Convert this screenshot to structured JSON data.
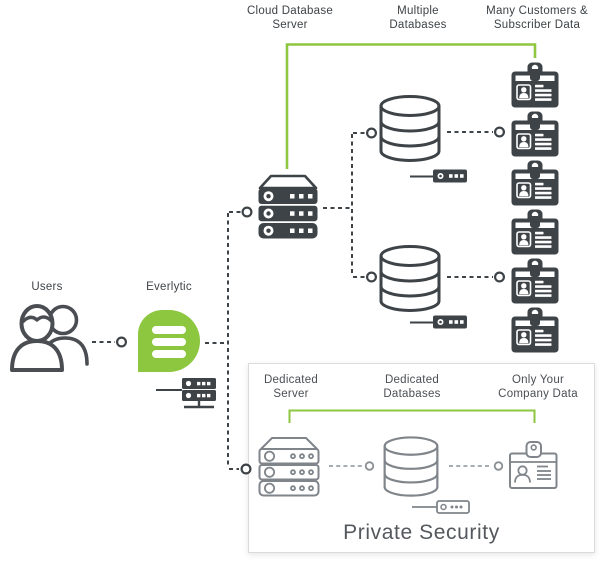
{
  "labels": {
    "users": "Users",
    "everlytic": "Everlytic",
    "cloud_database_server": "Cloud Database\nServer",
    "multiple_databases": "Multiple\nDatabases",
    "many_customers_subscriber_data": "Many Customers &\nSubscriber Data",
    "dedicated_server": "Dedicated\nServer",
    "dedicated_databases": "Dedicated\nDatabases",
    "only_your_company_data": "Only Your\nCompany Data",
    "private_security": "Private Security"
  },
  "colors": {
    "brand_green": "#8dc63f",
    "dark_icon": "#3e4347",
    "gray_icon": "#7f858a",
    "box_border": "#d9dbdd",
    "title_text": "#54585c"
  },
  "icons": {
    "users": "two-users-icon",
    "everlytic": "everlytic-speech-bubble-logo",
    "cloud_server": "server-stack-icon",
    "database": "database-cylinder-icon",
    "mini_server": "rack-unit-icon",
    "customer_card": "id-card-icon",
    "customer_card_count": 6,
    "dedicated_database_count": 1,
    "cloud_database_count": 2
  }
}
